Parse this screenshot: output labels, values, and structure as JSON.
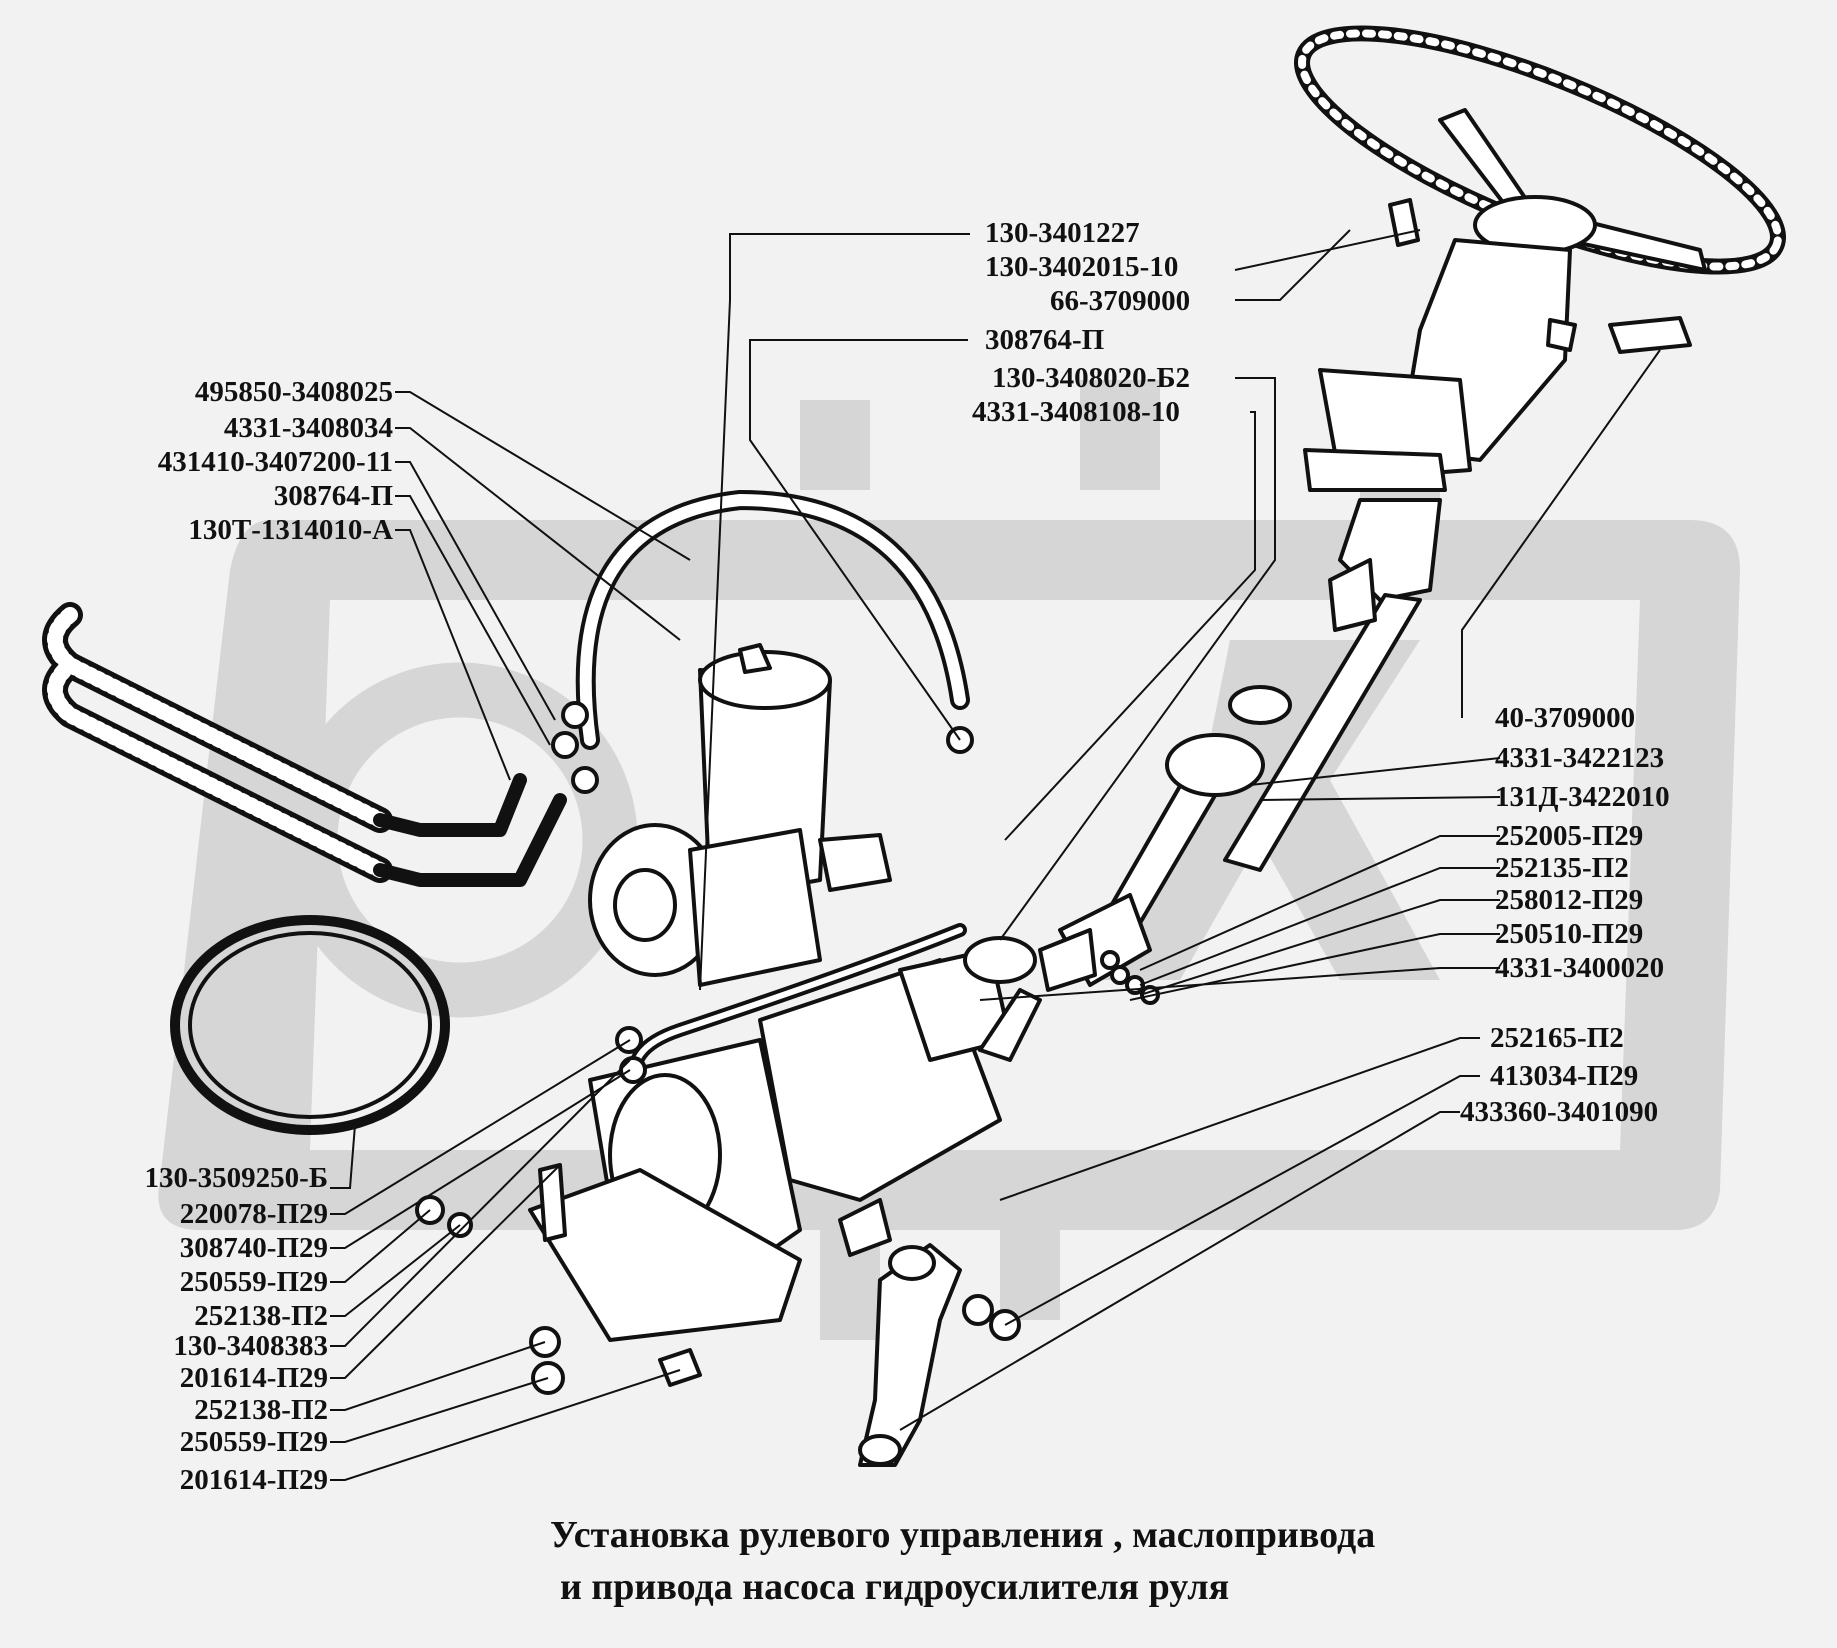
{
  "diagram": {
    "labels": {
      "l01": "130-3401227",
      "l02": "130-3402015-10",
      "l03": "66-3709000",
      "l04": "308764-П",
      "l05": "130-3408020-Б2",
      "l06": "4331-3408108-10",
      "l07": "495850-3408025",
      "l08": "4331-3408034",
      "l09": "431410-3407200-11",
      "l10": "308764-П",
      "l11": "130Т-1314010-А",
      "l12": "40-3709000",
      "l13": "4331-3422123",
      "l14": "131Д-3422010",
      "l15": "252005-П29",
      "l16": "252135-П2",
      "l17": "258012-П29",
      "l18": "250510-П29",
      "l19": "4331-3400020",
      "l20": "252165-П2",
      "l21": "413034-П29",
      "l22": "433360-3401090",
      "l23": "130-3509250-Б",
      "l24": "220078-П29",
      "l25": "308740-П29",
      "l26": "250559-П29",
      "l27": "252138-П2",
      "l28": "130-3408383",
      "l29": "201614-П29",
      "l30": "252138-П2",
      "l31": "250559-П29",
      "l32": "201614-П29"
    },
    "caption": {
      "line1": "Установка рулевого управления , маслопривода",
      "line2": "и привода насоса гидроусилителя руля"
    },
    "colors": {
      "background": "#f2f2f2",
      "watermark": "#d6d6d6",
      "ink": "#111111",
      "part_fill": "#ffffff"
    }
  }
}
